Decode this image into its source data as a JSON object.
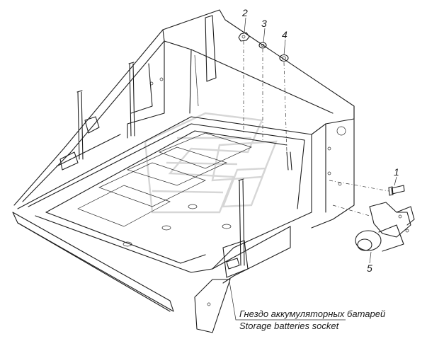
{
  "callouts": [
    "1",
    "2",
    "3",
    "4",
    "5"
  ],
  "caption": {
    "ru": "Гнездо аккумуляторных батарей",
    "en": "Storage batteries socket"
  },
  "colors": {
    "line": "#1e1e1e",
    "background": "#ffffff",
    "watermark": "#c9c9c9"
  }
}
